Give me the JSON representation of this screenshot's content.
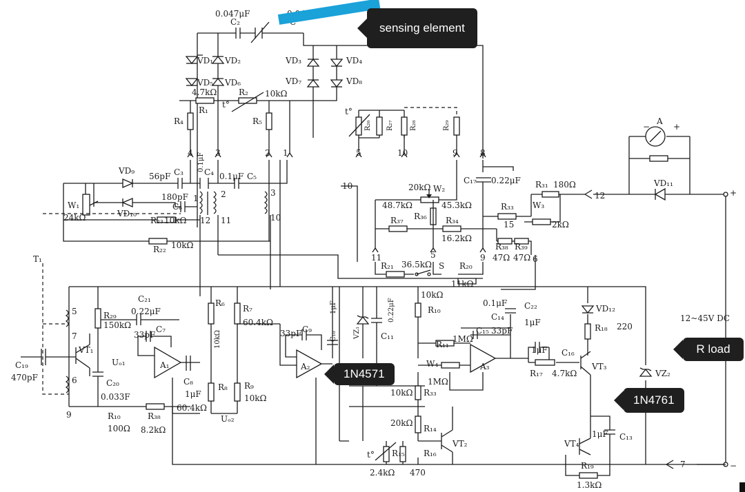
{
  "callouts": {
    "sensing_element": "sensing element",
    "r_load": "R load",
    "ic_1n4571": "1N4571",
    "ic_1n4761": "1N4761"
  },
  "labels": {
    "c2_val": "0.047μF",
    "c1_val": "0.047μF",
    "c2": "C₂",
    "c1": "C",
    "vd1": "VD₁",
    "vd2": "VD₂",
    "vd3": "VD₃",
    "vd4": "VD₄",
    "vd5": "VD₅",
    "vd6": "VD₆",
    "vd7": "VD₇",
    "vd8": "VD₈",
    "r1_val": "4.7kΩ",
    "r1": "R₁",
    "r2": "R₂",
    "r2_val": "10kΩ",
    "t_deg1": "t°",
    "t_deg2": "t°",
    "t_deg3": "t°",
    "r4": "R₄",
    "r5": "R₅",
    "r26": "R₂₆",
    "r27": "R₂₇",
    "r28": "R₂₈",
    "r29_top": "R₂₉",
    "n4": "4",
    "n3": "3",
    "n2": "2",
    "n1": "1",
    "n5": "5",
    "n10": "10",
    "n9": "9",
    "n8": "8",
    "c_01": "0.1μF",
    "vd9": "VD₉",
    "c3_val": "56pF",
    "c3": "C₃",
    "c4": "C₄",
    "c5_val": "0.1μF",
    "c5": "C₅",
    "c6_val": "180pF",
    "c6": "C₆",
    "t1_1": "1",
    "t1_2": "2",
    "t1_3": "3",
    "t1_12": "12",
    "t1_11": "11",
    "t1_10": "10",
    "w1": "W₁",
    "w1_val": "24kΩ",
    "vd10": "VD₁₀",
    "r23": "R₂₃",
    "r23_val": "10kΩ",
    "r22": "R₂₂",
    "r22_val": "10kΩ",
    "t1": "T₁",
    "n10_arrow": "10",
    "w2_val": "20kΩ",
    "w2": "W₂",
    "r_487": "48.7kΩ",
    "r_453": "45.3kΩ",
    "r36": "R₃₆",
    "r37": "R₃₇",
    "r34": "R₃₄",
    "r_162": "16.2kΩ",
    "c17": "C₁₇",
    "c17_val": "0.22μF",
    "r31": "R₃₁",
    "r31_val": "180Ω",
    "n12": "12",
    "r33": "R₃₃",
    "w3": "W₃",
    "n15": "15",
    "w3_val": "2kΩ",
    "r38a": "R₃₈",
    "r39": "R₃₉",
    "r38_val": "47Ω",
    "r39_val": "47Ω",
    "n6": "6",
    "n11": "11",
    "n5b": "5",
    "n9b": "9",
    "r21": "R₂₁",
    "r21_val": "36.5kΩ",
    "s": "S",
    "r20": "R₂₀",
    "r20_val": "11kΩ",
    "ammeter": "A",
    "minus": "−",
    "plus": "+",
    "vd11": "VD₁₁",
    "plus2": "+",
    "supply": "12~45V DC",
    "t1_5": "5",
    "t1_7": "7",
    "t1_6": "6",
    "t1_9": "9",
    "c21": "C₂₁",
    "c21_val": "0.22μF",
    "r29": "R₂₉",
    "r29_val": "150kΩ",
    "c7_val": "33pF",
    "c7": "C₇",
    "vt1": "VT₁",
    "uo1": "Uₒ₁",
    "a1": "A₁",
    "c19": "C₁₉",
    "c19_val": "470pF",
    "c20": "C₂₀",
    "c20_val": "0.033F",
    "r10": "R₁₀",
    "r10_val": "100Ω",
    "r38": "R₃₈",
    "r38b_val": "8.2kΩ",
    "c8": "C₈",
    "c8_val": "1μF",
    "r_604b": "60.4kΩ",
    "r6": "R₆",
    "r6_val": "10kΩ",
    "r7": "R₇",
    "r7_val": "60.4kΩ",
    "r8": "R₈",
    "r9": "R₉",
    "r9_val": "10kΩ",
    "uo2": "Uₒ₂",
    "c9_val": "33pF",
    "c9": "C₉",
    "a2": "A₂",
    "c10": "C₁₀",
    "c10_val": "1μF",
    "vz1": "VZ₁",
    "c11_val": "0.22μF",
    "c11": "C₁₁",
    "r10b_val": "10kΩ",
    "r10b": "R₁₀",
    "r11_val": "1MΩ",
    "r11": "R₁₁",
    "c14": "C₁₄",
    "c15": "C₁₅",
    "c15_val": "33pF",
    "c22_val": "0.1μF",
    "c22": "C₂₂",
    "c22b": "1μF",
    "w4": "W₄",
    "a3": "A₃",
    "r_1m": "1MΩ",
    "r33b_val": "10kΩ",
    "r33b": "R₃₃",
    "r14_val": "20kΩ",
    "r14": "R₁₄",
    "vt2": "VT₂",
    "r15": "R₁₅",
    "r16": "R₁₆",
    "r15_val": "2.4kΩ",
    "r16_val": "470",
    "vd12": "VD₁₂",
    "r18": "R₁₈",
    "r18_val": "220",
    "c16_val": "1μF",
    "c16": "C₁₆",
    "r17": "R₁₇",
    "r17_val": "4.7kΩ",
    "vt3": "VT₃",
    "vz2": "VZ₂",
    "c13_val": "1μF",
    "c13": "C₁₃",
    "vt4": "VT₄",
    "r19": "R₁₉",
    "r19_val": "1.3kΩ",
    "n7": "7",
    "minus2": "−"
  }
}
